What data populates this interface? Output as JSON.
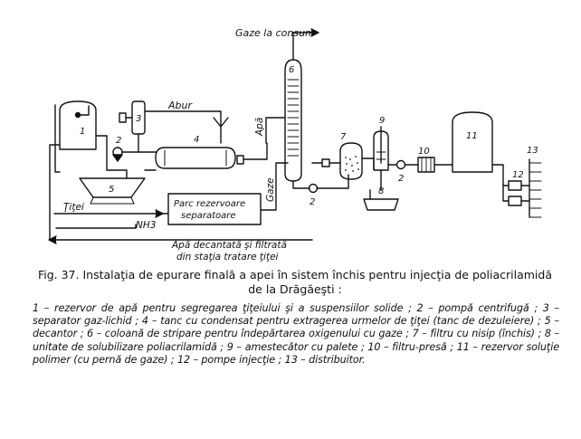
{
  "diagram": {
    "labels": {
      "gas_to_consumption": "Gaze la consum",
      "steam": "Abur",
      "water": "Apă",
      "gas": "Gaze",
      "crude": "Ţiţei",
      "tank_park_line1": "Parc rezervoare",
      "tank_park_line2": "separatoare",
      "ammonia": "NH3",
      "returned_water_line1": "Apă decantată şi filtrată",
      "returned_water_line2": "din staţia tratare ţiţei"
    },
    "numbers": [
      "1",
      "2",
      "3",
      "4",
      "5",
      "6",
      "7",
      "8",
      "9",
      "10",
      "11",
      "12",
      "13",
      "2",
      "2"
    ]
  },
  "caption": {
    "title": "Fig. 37. Instalaţia de epurare finală a apei în sistem închis pentru injecţia de poliacrila­midă de la Drăgăeşti :",
    "body": "1 – rezervor de apă pentru segregarea ţiţeiului şi a suspensiilor solide ; 2 – pompă centrifugă ; 3 – separator gaz-lichid ; 4 – tanc cu condensat pentru extragerea urmelor de ţiţei (tanc de dezuleiere) ; 5 – decantor ; 6 – coloană de stripare pentru îndepărtarea oxigenului cu gaze ; 7 – filtru cu nisip (închis) ; 8 – unitate de solubilizare poliacrila­midă ; 9 – amestecător cu palete ; 10 – filtru-presă ; 11 – rezervor soluţie polimer (cu pernă de gaze) ; 12 – pompe injecţie ; 13 – distribuitor."
  }
}
